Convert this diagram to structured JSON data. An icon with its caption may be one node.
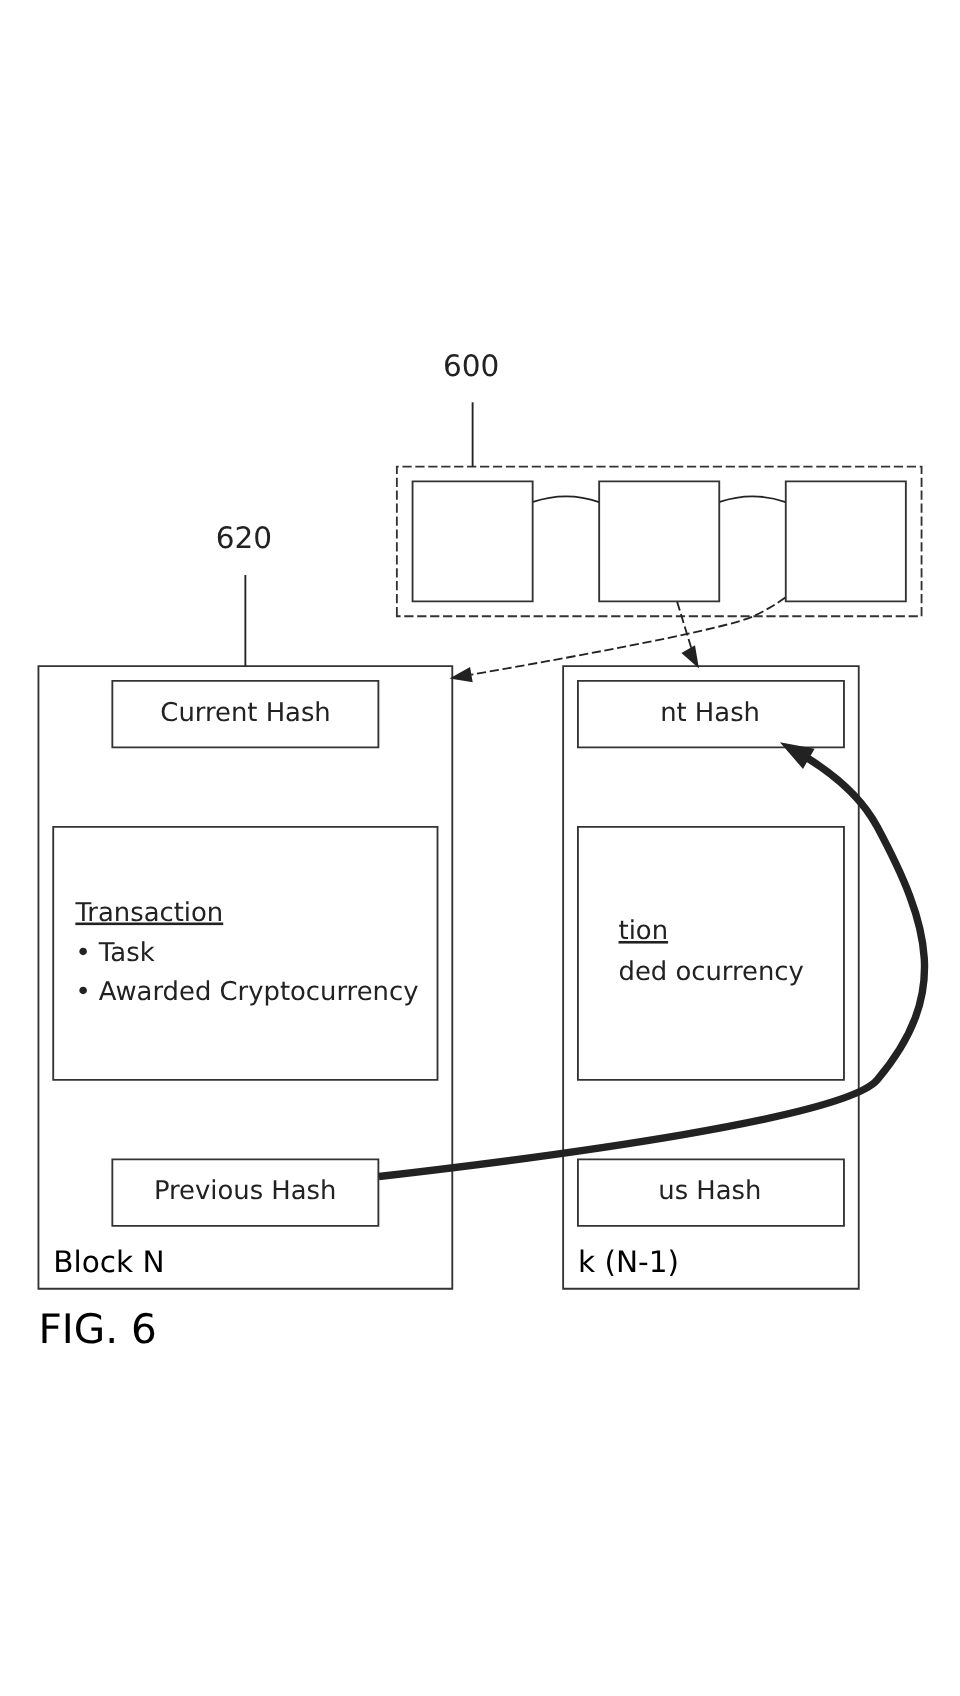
{
  "diagram": {
    "caption": "FIG. 6",
    "nodes": [
      {
        "text": [],
        "shape": "box"
      },
      {
        "text": [],
        "shape": "box",
        "in": 0
      },
      {
        "text": [],
        "shape": "box",
        "in": 0
      },
      {
        "text": [],
        "shape": "box",
        "in": 0
      },
      {
        "text": [
          "600"
        ]
      },
      {
        "text": [
          "k (N-1)"
        ]
      },
      {
        "text": [
          "nt Hash"
        ],
        "in": 5
      },
      {
        "text": [
          "tion",
          "ded ocurrency"
        ],
        "in": 5
      },
      {
        "text": [
          "us Hash"
        ],
        "in": 5
      },
      {
        "text": [
          "Block N"
        ]
      },
      {
        "text": [
          "Current Hash"
        ],
        "in": 9
      },
      {
        "text": [
          "Transaction",
          "• Task",
          "• Awarded Cryptocurrency"
        ],
        "in": 9
      },
      {
        "text": [
          "Previous Hash"
        ],
        "in": 9
      },
      {
        "text": [
          "620"
        ]
      }
    ],
    "edges": [
      {
        "from": 1,
        "to": 2,
        "arrow": "none"
      },
      {
        "from": 2,
        "to": 3,
        "arrow": "none"
      },
      {
        "from": 2,
        "to": 5,
        "arrow": "to",
        "style": "dashed"
      },
      {
        "from": 3,
        "to": 9,
        "arrow": "to",
        "style": "dashed"
      },
      {
        "from": 12,
        "to": 6,
        "arrow": "to",
        "style": "thick"
      },
      {
        "from": 4,
        "to": 0,
        "arrow": "none"
      },
      {
        "from": 13,
        "to": 9,
        "arrow": "none"
      }
    ]
  }
}
